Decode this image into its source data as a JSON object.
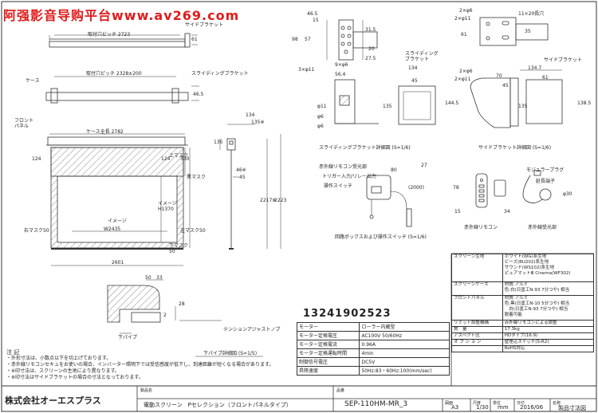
{
  "watermark": {
    "text": "阿强影音导购平台www.av269.com",
    "color": "#e01b1b"
  },
  "phone": "13241902523",
  "labels": {
    "mount_pitch": "取付穴ピッチ 2723",
    "side_bracket_top": "サイドブラケット",
    "dim_61_top": "61",
    "case": "ケース",
    "mount_pitch_2": "取付穴ピッチ 2328±200",
    "sliding_bracket": "スライディングブラケット",
    "dim_46_5_left": "46.5",
    "front_panel": "フロント\nパネル",
    "case_length": "ケース全長 2782",
    "dim_124_a": "124",
    "dim_124_b": "124",
    "dim_330": "330",
    "top_mask": "上マスク",
    "black_mask": "黒マスク",
    "image_v": "イメージ\nH1370",
    "image": "イメージ",
    "w2435": "W2435",
    "right_mask": "右マスク50",
    "left_mask": "左マスク50",
    "bottom_mask": "下マスク\n50",
    "width_2601": "2601",
    "dim_134": "134",
    "dim_135": "135",
    "dim_135_star": "135※",
    "dim_46_star": "46※",
    "dim_45": "45",
    "dim_2217": "2217※",
    "dim_2223": "2223",
    "dim_50": "50",
    "dim_33": "33",
    "dim_28": "28",
    "dim_2": "2",
    "bottom_pipe": "下パイプ",
    "tension_knob": "テンションアジャストノブ",
    "pipe_detail": "下パイプ詳細図 (S=1/5)"
  },
  "bracket_labels": {
    "d46_5": "46.5",
    "d15": "15",
    "d98": "98",
    "d57": "57",
    "d31_5": "31.5",
    "d20": "20",
    "d27_5": "27.5",
    "holes_9x6": "9×φ6",
    "holes_3x11": "3×φ11",
    "holes_2x6_a": "2×φ6",
    "holes_2x11": "2×φ11",
    "slot_11x20": "11×20長穴",
    "d61": "61",
    "d35": "35",
    "sliding_bracket_2": "スライディング\nブラケット",
    "d56_4": "56.4",
    "d134_a": "134",
    "d45": "45",
    "d144_5": "144.5",
    "d135_a": "135",
    "d11": "φ11",
    "d6": "φ6",
    "d6b": "φ6",
    "sliding_detail": "スライディングブラケット詳細図 (S=1/6)",
    "side_bracket_2": "サイドブラケット",
    "d134_7": "134.7",
    "d61_b": "61",
    "holes_2x6_b": "2×φ6",
    "holes_2x11_b": "2×φ11",
    "d70": "70",
    "d45_b": "45",
    "d135_b": "135",
    "d138_5": "138.5",
    "side_detail": "サイドブラケット詳細図 (S=1/6)"
  },
  "control_labels": {
    "ir_receiver": "赤外線リモコン受光部",
    "trigger": "トリガー入力/リレー出力",
    "op_switch": "操作スイッチ",
    "d27": "27",
    "d80": "80",
    "d2000": "(2000)",
    "d15": "15",
    "d78": "78",
    "control_box": "回路ボックスおよび操作スイッチ (S=1/6)",
    "module_plug": "モジュラープラグ",
    "extension": "延長端子",
    "d30": "φ30",
    "d34": "34",
    "remote": "赤外線リモコン",
    "ir_unit": "赤外線受光部"
  },
  "spec_table": [
    [
      "モーター",
      "ローラー内蔵型"
    ],
    [
      "モーター定格電圧",
      "AC100V 50/60Hz"
    ],
    [
      "モーター定格電流",
      "0.96A"
    ],
    [
      "モーター定格運転時間",
      "4min"
    ],
    [
      "制御信号電圧",
      "DC5V"
    ],
    [
      "昇降速度",
      "50Hz:83・60Hz:100(mm/sec)"
    ]
  ],
  "right_table": [
    [
      "スクリーン生地",
      "ホワイト(WG)系生地\nビーズ(BU202)系生地\nサウンド(WS102)系生地\nピュアマットⅢ Cinema(WF302)"
    ],
    [
      "スクリーンケース",
      "材質:アルミ\n色:白(日塗工N-93 7分つや) 相当"
    ],
    [
      "フロントパネル",
      "材質:アルミ\n色:黒(日塗工N-10 5分つや) 相当\n　白(日塗工N-93 7分つや) 相当\n脱着可能"
    ],
    [
      "リミット調整機構",
      "赤外線リモコンによる調整"
    ],
    [
      "質　量",
      "17.3kg"
    ],
    [
      "アスペクト比",
      "HDタイプ(16:9)"
    ],
    [
      "オ プ シ ョ ン",
      "壁埋込スイッチ(S-R2)"
    ],
    [
      "",
      "RoHS対応"
    ]
  ],
  "notes": {
    "title": "注 記",
    "lines": [
      "・外形寸法は、小数点以下を切上げております。",
      "・赤外線リモコンセキュをお使いの場合、インバーター照明下では受信感度が低下し、到達距離が短くなる場合があります。",
      "・※印寸法は、スクリーンの生地により異なります。",
      "・※印寸法はサイドブラケットの場合の寸法となっております。"
    ]
  },
  "title_block": {
    "company": "株式会社オーエスプラス",
    "product_label": "製品名",
    "product": "電動スクリーン　Pセレクション（フロントパネルタイプ）",
    "model_label": "品番",
    "model": "SEP-110HM-MR_3",
    "size_label": "図面",
    "size": "A3",
    "scale_label": "尺度",
    "scale": "1/30",
    "unit_label": "単位",
    "unit": "mm",
    "date_label": "日付",
    "date": "2016/06",
    "doc_label": "名称",
    "doc": "製品寸法図"
  }
}
